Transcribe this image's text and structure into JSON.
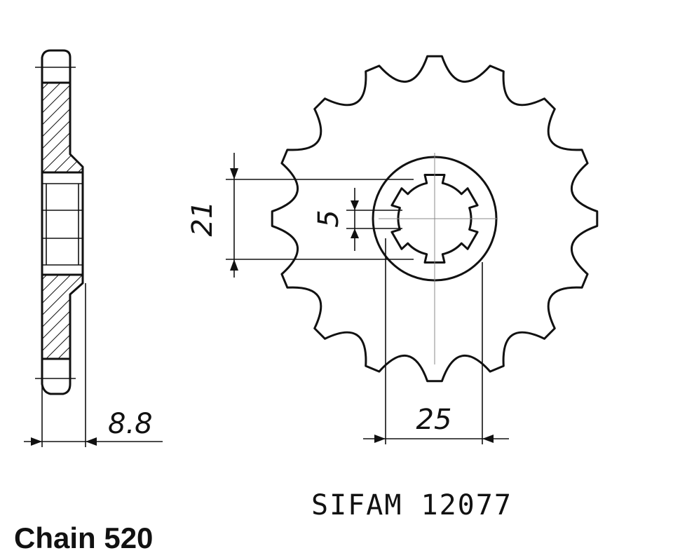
{
  "dimensions": {
    "width_label": "8.8",
    "bore_label": "25",
    "spline_across_label": "21",
    "spline_width_label": "5"
  },
  "reference_label": "SIFAM  12077",
  "chain_label": "Chain 520",
  "sprocket": {
    "teeth": 16
  }
}
